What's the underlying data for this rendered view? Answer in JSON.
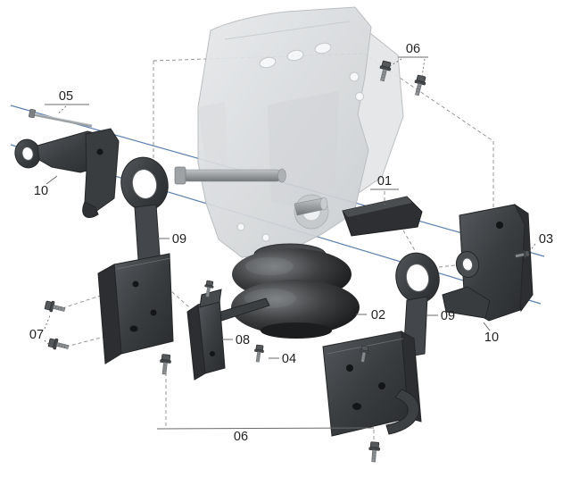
{
  "diagram": {
    "labels": {
      "l01": "01",
      "l02": "02",
      "l03": "03",
      "l04": "04",
      "l05": "05",
      "l06_top": "06",
      "l06_bottom": "06",
      "l07": "07",
      "l08": "08",
      "l09_left": "09",
      "l09_right": "09",
      "l10_left": "10",
      "l10_right": "10"
    },
    "colors": {
      "background": "#ffffff",
      "part_dark": "#3a3c3f",
      "part_ghost": "#dadcdf",
      "bellows_black": "#141517",
      "axis_line_blue": "#5b7fae",
      "leader_gray": "#6a6a6a",
      "label_text": "#1f1f1f"
    }
  }
}
